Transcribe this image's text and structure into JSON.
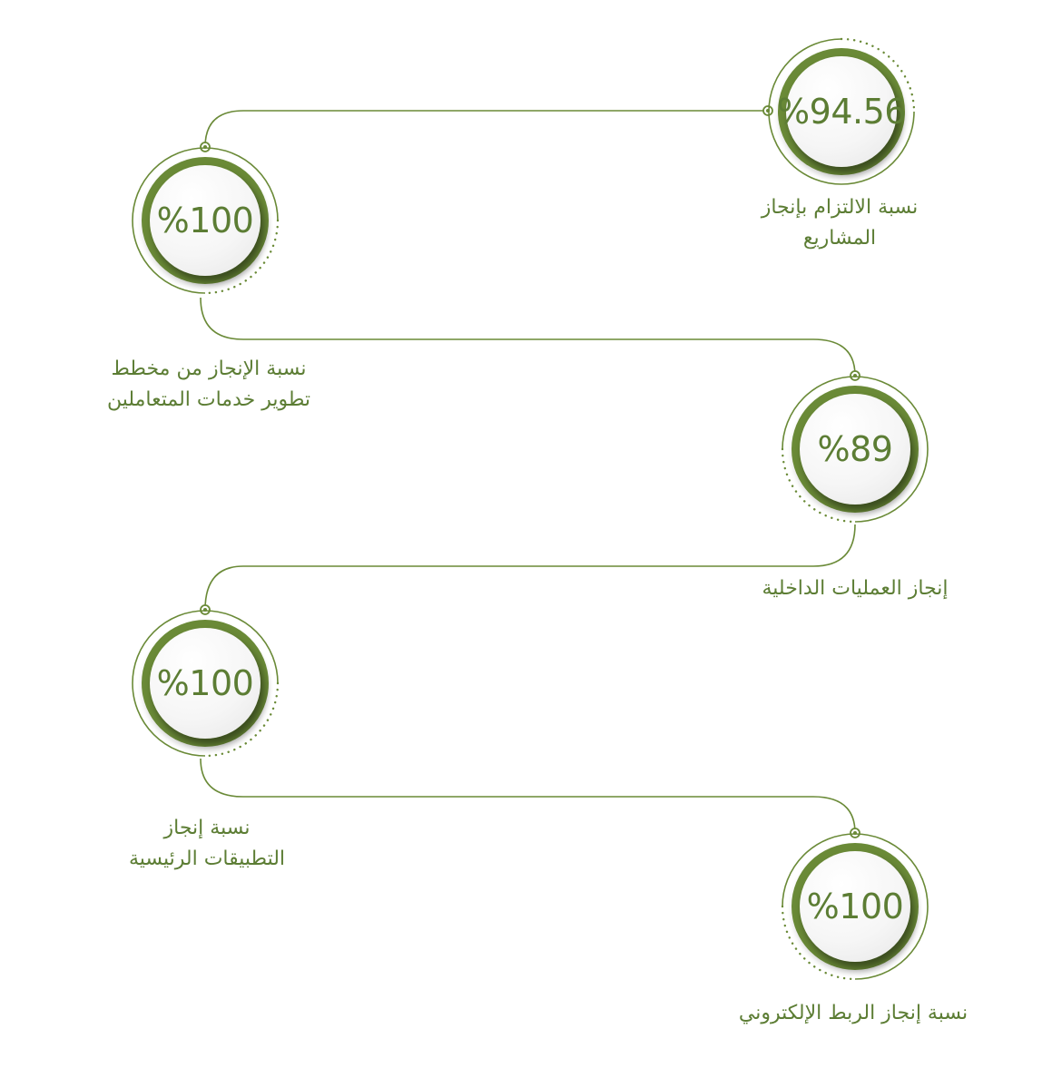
{
  "colors": {
    "accent": "#6a8a37",
    "text": "#5c7d34",
    "ring_outline": "#6a8a37"
  },
  "kpis": [
    {
      "value": "%94.56",
      "label_line1": "نسبة الالتزام بإنجاز",
      "label_line2": "المشاريع"
    },
    {
      "value": "%100",
      "label_line1": "نسبة الإنجاز من مخطط",
      "label_line2": "تطوير خدمات المتعاملين"
    },
    {
      "value": "%89",
      "label_line1": "إنجاز العمليات الداخلية",
      "label_line2": ""
    },
    {
      "value": "%100",
      "label_line1": "نسبة إنجاز",
      "label_line2": "التطبيقات الرئيسية"
    },
    {
      "value": "%100",
      "label_line1": "نسبة إنجاز الربط الإلكتروني",
      "label_line2": ""
    }
  ]
}
